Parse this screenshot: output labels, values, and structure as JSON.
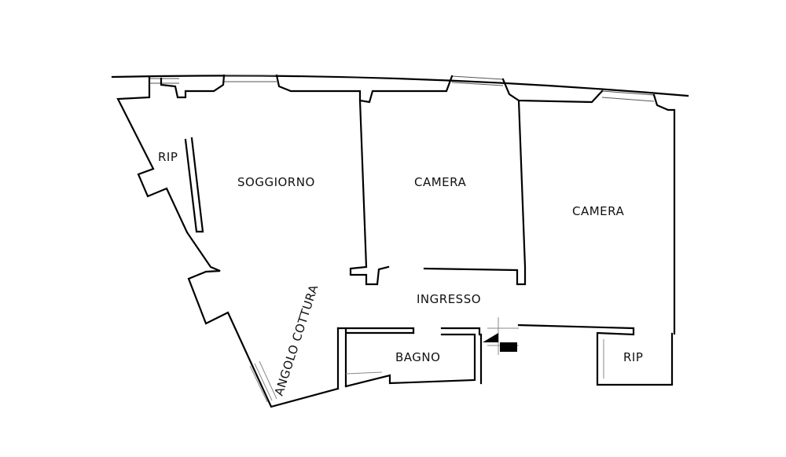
{
  "rooms": {
    "rip_left": "RIP",
    "soggiorno": "SOGGIORNO",
    "camera_center": "CAMERA",
    "camera_right": "CAMERA",
    "ingresso": "INGRESSO",
    "angolo_cottura": "ANGOLO COTTURA",
    "bagno": "BAGNO",
    "rip_right": "RIP"
  },
  "colors": {
    "wall": "#000000",
    "window": "#555555",
    "background": "#ffffff"
  }
}
